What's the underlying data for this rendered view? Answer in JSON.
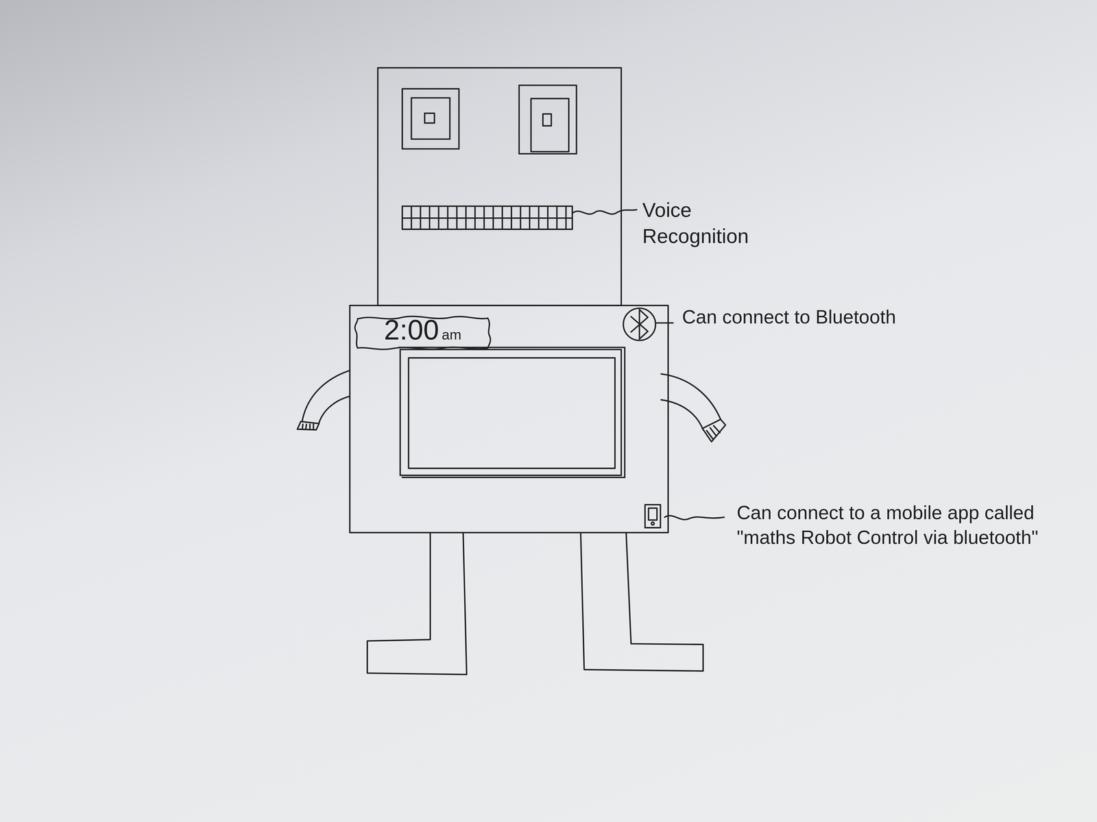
{
  "diagram": {
    "nodes": [
      {
        "text": [
          "2:00",
          "am"
        ]
      }
    ],
    "labels": [
      "Voice Recognition",
      "Can connect to Bluetooth",
      "Can connect to a mobile app called \"maths Robot Control via bluetooth\""
    ]
  }
}
